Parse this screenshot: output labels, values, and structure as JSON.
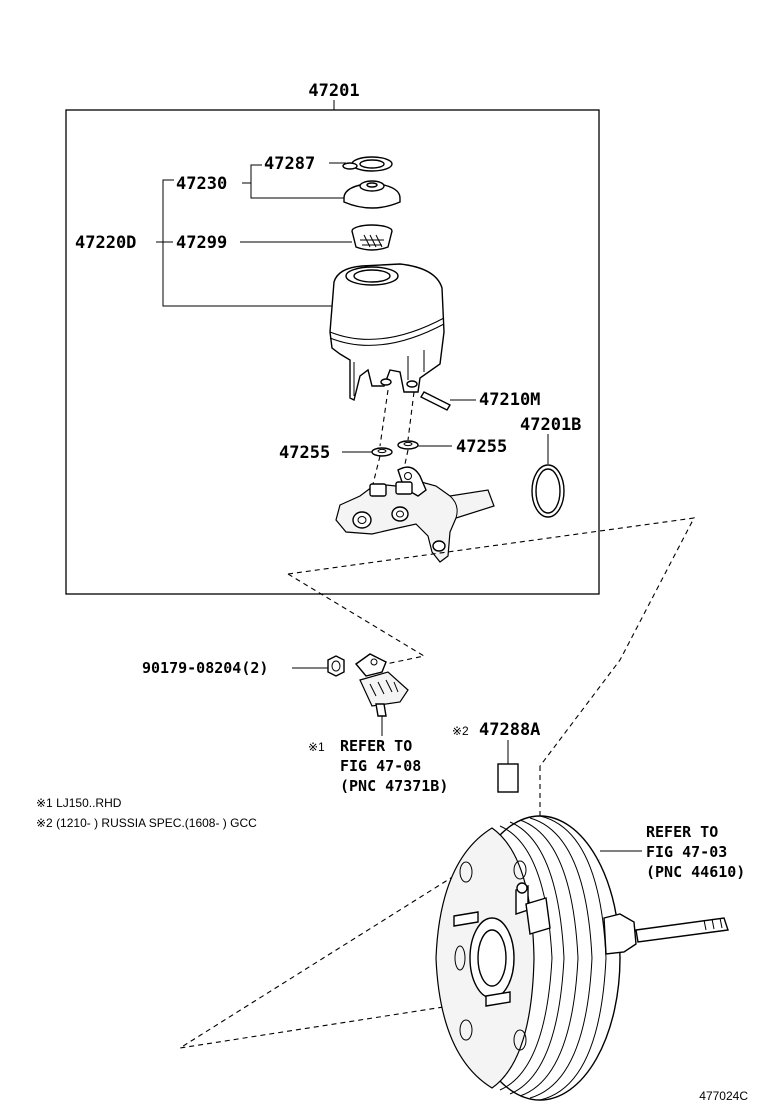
{
  "assembly": {
    "number": "47201"
  },
  "labels": {
    "p47287": "47287",
    "p47230": "47230",
    "p47220D": "47220D",
    "p47299": "47299",
    "p47210M": "47210M",
    "p47201B": "47201B",
    "p47255_left": "47255",
    "p47255_right": "47255",
    "p90179": "90179-08204(2)",
    "p47288A": "47288A",
    "p47288A_mark": "※2"
  },
  "refer_sensor": {
    "mark": "※1",
    "line1": "REFER TO",
    "line2": "FIG 47-08",
    "line3": "(PNC 47371B)"
  },
  "refer_booster": {
    "line1": "REFER TO",
    "line2": "FIG 47-03",
    "line3": "(PNC 44610)"
  },
  "notes": [
    "※1 LJ150..RHD",
    "※2 (1210-      ) RUSSIA SPEC.(1608-      ) GCC"
  ],
  "figure_code": "477024C"
}
